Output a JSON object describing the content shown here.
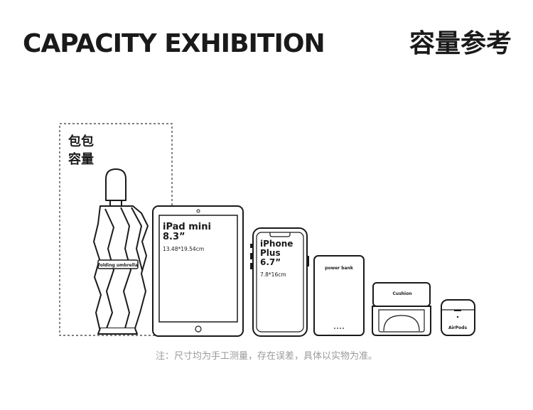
{
  "header": {
    "title_en": "CAPACITY EXHIBITION",
    "title_zh": "容量参考"
  },
  "bag": {
    "label_line1": "包包",
    "label_line2": "容量"
  },
  "items": {
    "umbrella": {
      "label": "folding umbrella"
    },
    "ipad": {
      "name": "iPad mini",
      "size": "8.3”",
      "dims": "13.48*19.54cm"
    },
    "iphone": {
      "name_line1": "iPhone",
      "name_line2": "Plus",
      "size": "6.7”",
      "dims": "7.8*16cm"
    },
    "powerbank": {
      "label": "power bank"
    },
    "cushion": {
      "label": "Cushion"
    },
    "airpods": {
      "label": "AirPods"
    }
  },
  "footer": {
    "note": "注：尺寸均为手工测量，存在误差，具体以实物为准。"
  }
}
